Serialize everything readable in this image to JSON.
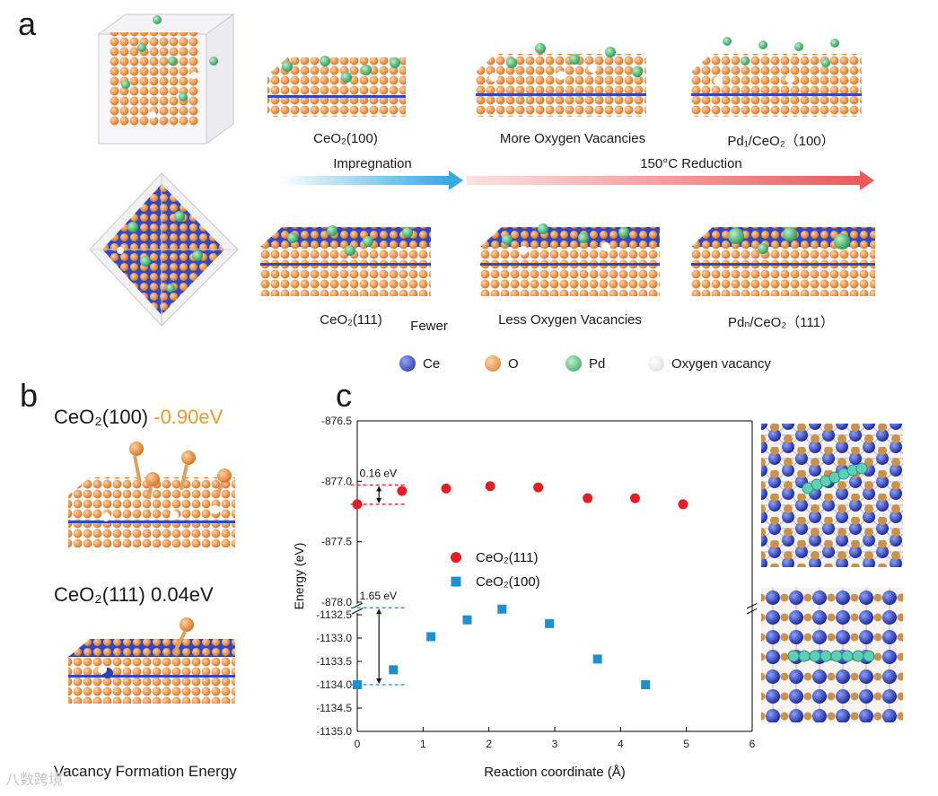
{
  "panels": {
    "a": "a",
    "b": "b",
    "c": "c"
  },
  "panel_a": {
    "captions": {
      "ceo2_100": "CeO₂(100)",
      "more_vac": "More Oxygen Vacancies",
      "pd1": "Pd₁/CeO₂（100）",
      "ceo2_111": "CeO₂(111)",
      "fewer": "Fewer",
      "less_vac": "Less Oxygen Vacancies",
      "pdn": "Pdₙ/CeO₂（111）"
    },
    "arrows": {
      "impregnation": "Impregnation",
      "reduction": "150°C Reduction"
    },
    "legend": [
      {
        "label": "Ce",
        "color": "#2b3fb5"
      },
      {
        "label": "O",
        "color": "#e8974a"
      },
      {
        "label": "Pd",
        "color": "#3bb46a"
      },
      {
        "label": "Oxygen vacancy",
        "color": "#f2f2f2"
      }
    ]
  },
  "panel_b": {
    "line1_prefix": "CeO₂(100) ",
    "line1_value": "-0.90eV",
    "line2": "CeO₂(111) 0.04eV",
    "footer": "Vacancy Formation Energy",
    "colors": {
      "value_highlight": "#e69a2e"
    }
  },
  "chart_data": {
    "type": "scatter",
    "xlabel": "Reaction coordinate (Å)",
    "ylabel": "Energy (eV)",
    "xlim": [
      0,
      6
    ],
    "x_ticks": [
      "0",
      "1",
      "2",
      "3",
      "4",
      "5",
      "6"
    ],
    "upper_axis": {
      "ylim": [
        -878.0,
        -876.5
      ],
      "ticks": [
        "-876.5",
        "-877.0",
        "-877.5",
        "-878.0"
      ]
    },
    "lower_axis": {
      "ylim": [
        -1135.0,
        -1132.5
      ],
      "ticks": [
        "-1132.5",
        "-1133.0",
        "-1133.5",
        "-1134.0",
        "-1134.5",
        "-1135.0"
      ]
    },
    "broken_axis": true,
    "grid": false,
    "legend_position": "center-left",
    "series": [
      {
        "name": "CeO₂(111)",
        "marker": "circle",
        "color": "#e01f26",
        "axis": "upper",
        "x": [
          0.0,
          0.68,
          1.35,
          2.02,
          2.75,
          3.5,
          4.22,
          4.95
        ],
        "y": [
          -877.19,
          -877.08,
          -877.06,
          -877.04,
          -877.05,
          -877.14,
          -877.14,
          -877.19
        ]
      },
      {
        "name": "CeO₂(100)",
        "marker": "square",
        "color": "#1f8fd0",
        "axis": "lower",
        "x": [
          0.0,
          0.55,
          1.12,
          1.67,
          2.2,
          2.92,
          3.65,
          4.38
        ],
        "y": [
          -1134.0,
          -1133.68,
          -1132.97,
          -1132.61,
          -1132.38,
          -1132.69,
          -1133.45,
          -1134.0
        ]
      }
    ],
    "annotations": [
      {
        "text": "0.16 eV",
        "axis": "upper",
        "y_from": -877.19,
        "y_to": -877.03
      },
      {
        "text": "1.65 eV",
        "axis": "lower",
        "y_from": -1134.0,
        "y_to": -1132.35
      }
    ]
  },
  "watermark": "八数跨境"
}
